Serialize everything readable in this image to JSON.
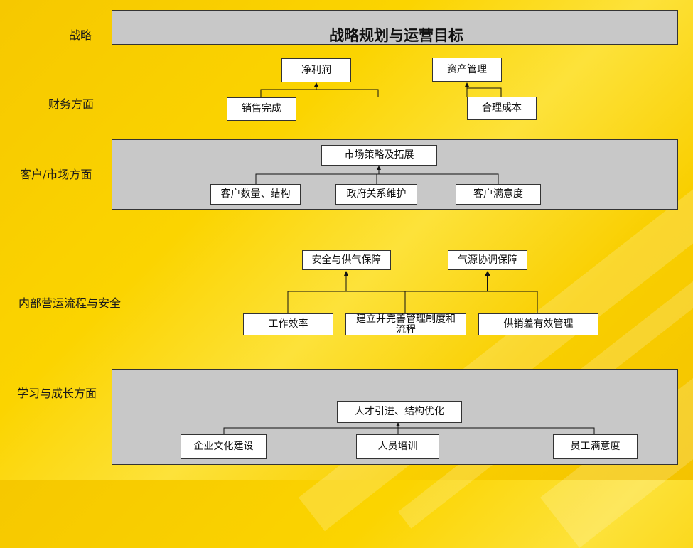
{
  "rows": {
    "strategy": "战略",
    "finance": "财务方面",
    "customer": "客户/市场方面",
    "internal": "内部营运流程与安全",
    "learning": "学习与成长方面"
  },
  "title": "战略规划与运营目标",
  "finance": {
    "net_profit": "净利润",
    "asset_mgmt": "资产管理",
    "sales": "销售完成",
    "cost": "合理成本"
  },
  "customer": {
    "market": "市场策略及拓展",
    "count": "客户数量、结构",
    "gov": "政府关系维护",
    "satisfaction": "客户满意度"
  },
  "internal": {
    "safety": "安全与供气保障",
    "gas_source": "气源协调保障",
    "efficiency": "工作效率",
    "system": "建立并完善管理制度和流程",
    "supply": "供销差有效管理"
  },
  "learning": {
    "talent": "人才引进、结构优化",
    "culture": "企业文化建设",
    "training": "人员培训",
    "staff": "员工满意度"
  }
}
